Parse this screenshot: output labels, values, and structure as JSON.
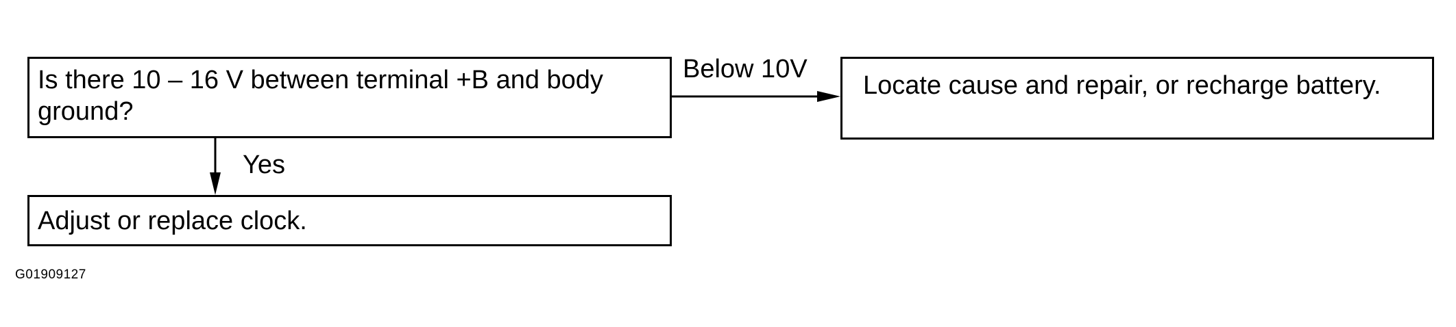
{
  "flowchart": {
    "question": "Is there 10 – 16 V between terminal +B and body ground?",
    "branch_below": {
      "label": "Below 10V",
      "action": "Locate cause and repair, or recharge battery."
    },
    "branch_yes": {
      "label": "Yes",
      "action": "Adjust or replace clock."
    }
  },
  "figure_code": "G01909127",
  "colors": {
    "line": "#000000",
    "background": "#ffffff"
  }
}
